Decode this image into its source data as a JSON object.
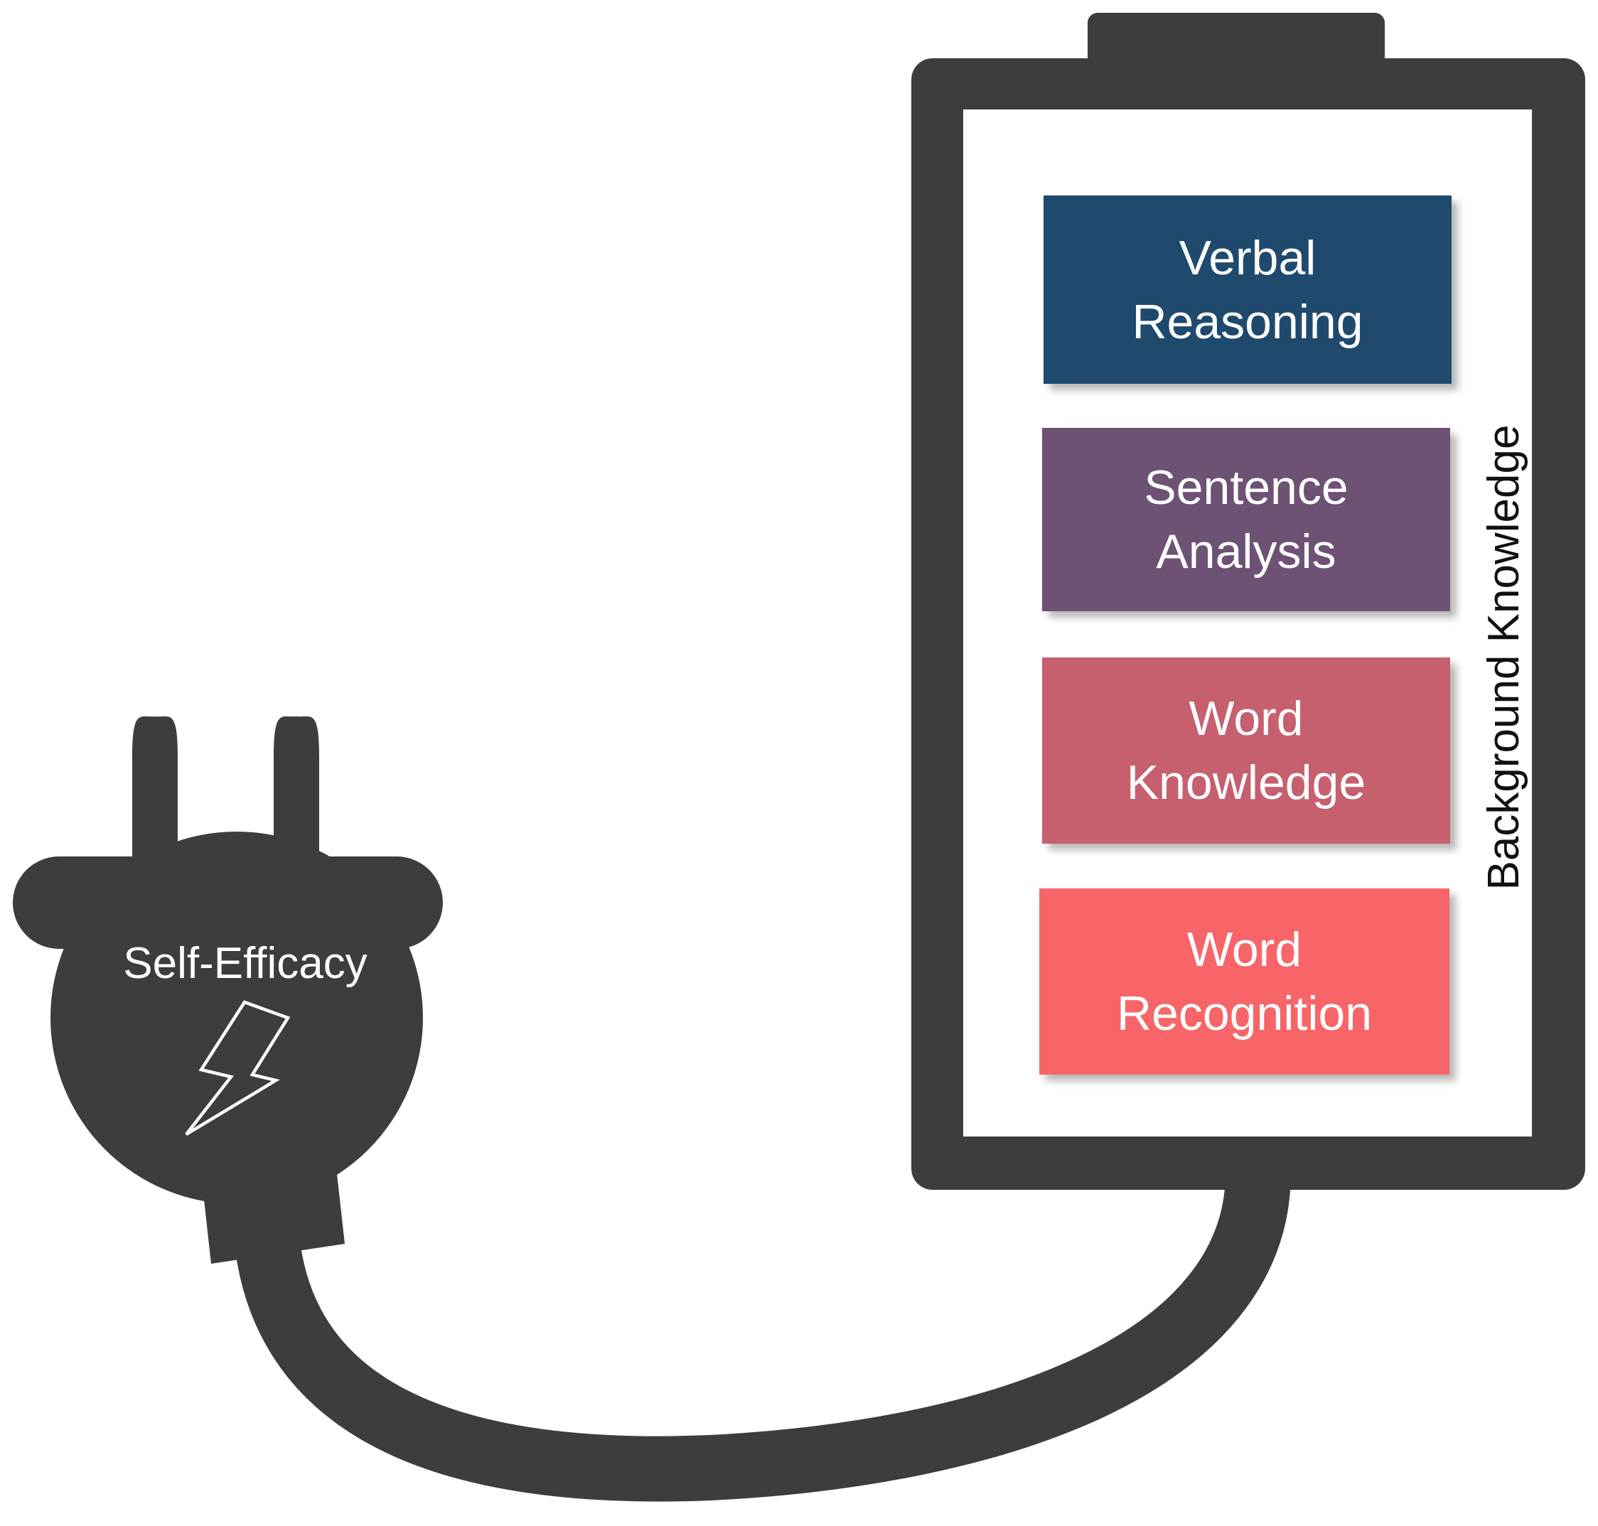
{
  "battery": {
    "side_label": "Background Knowledge",
    "color": "#3d3d3d",
    "boxes": [
      {
        "line1": "Verbal",
        "line2": "Reasoning",
        "color": "#1f4a6e"
      },
      {
        "line1": "Sentence",
        "line2": "Analysis",
        "color": "#6d5273"
      },
      {
        "line1": "Word",
        "line2": "Knowledge",
        "color": "#c65f6e"
      },
      {
        "line1": "Word",
        "line2": "Recognition",
        "color": "#f76569"
      }
    ]
  },
  "plug": {
    "label": "Self-Efficacy",
    "icon": "lightning-bolt-icon",
    "color": "#3d3d3d"
  }
}
